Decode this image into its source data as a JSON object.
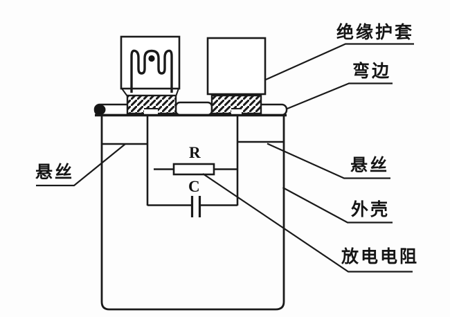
{
  "diagram": {
    "description": "Cross-section diagram of a capacitor with discharge resistor",
    "labels": {
      "insulation_sleeve": "绝缘护套",
      "bent_edge": "弯边",
      "suspension_wire_left": "悬丝",
      "suspension_wire_right": "悬丝",
      "shell": "外壳",
      "discharge_resistor": "放电电阻",
      "resistor_symbol": "R",
      "capacitor_symbol": "C"
    },
    "colors": {
      "line": "#1a1a1a",
      "background": "#fdfdfd",
      "fill": "#ffffff"
    }
  }
}
